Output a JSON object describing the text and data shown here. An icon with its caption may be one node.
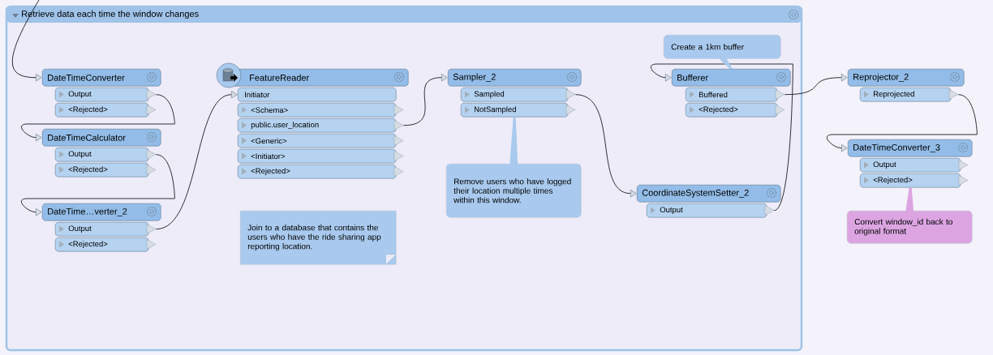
{
  "diagram": {
    "nodes": [
      {
        "text": [
          "Retrieve data each time the window changes"
        ]
      },
      {
        "text": [
          "DateTimeConverter"
        ],
        "in": 0
      },
      {
        "text": [
          "Output"
        ],
        "in": 0
      },
      {
        "text": [
          "<Rejected>"
        ],
        "in": 0
      },
      {
        "text": [
          "DateTimeCalculator"
        ],
        "in": 0
      },
      {
        "text": [
          "Output"
        ],
        "in": 0
      },
      {
        "text": [
          "<Rejected>"
        ],
        "in": 0
      },
      {
        "text": [
          "DateTime…verter_2"
        ],
        "in": 0
      },
      {
        "text": [
          "Output"
        ],
        "in": 0
      },
      {
        "text": [
          "<Rejected>"
        ],
        "in": 0
      },
      {
        "text": [
          "FeatureReader"
        ],
        "in": 0
      },
      {
        "text": [
          "Initiator"
        ],
        "in": 0
      },
      {
        "text": [
          "<Schema>"
        ],
        "in": 0
      },
      {
        "text": [
          "public.user_location"
        ],
        "in": 0
      },
      {
        "text": [
          "<Generic>"
        ],
        "in": 0
      },
      {
        "text": [
          "<Initiator>"
        ],
        "in": 0
      },
      {
        "text": [
          "<Rejected>"
        ],
        "in": 0
      },
      {
        "text": [
          "Join to a database that contains the users who have the ride sharing app reporting location."
        ],
        "in": 0
      },
      {
        "text": [
          "Sampler_2"
        ],
        "in": 0
      },
      {
        "text": [
          "Sampled"
        ],
        "in": 0
      },
      {
        "text": [
          "NotSampled"
        ],
        "in": 0
      },
      {
        "text": [
          "Remove users who have logged their location multiple times within this window."
        ],
        "in": 0
      },
      {
        "text": [
          "Create a 1km buffer"
        ],
        "in": 0
      },
      {
        "text": [
          "Bufferer"
        ],
        "in": 0
      },
      {
        "text": [
          "Buffered"
        ],
        "in": 0
      },
      {
        "text": [
          "<Rejected>"
        ],
        "in": 0
      },
      {
        "text": [
          "CoordinateSystemSetter_2"
        ],
        "in": 0
      },
      {
        "text": [
          "Output"
        ],
        "in": 0
      },
      {
        "text": [
          "Reprojector_2"
        ]
      },
      {
        "text": [
          "Reprojected"
        ]
      },
      {
        "text": [
          "DateTimeConverter_3"
        ]
      },
      {
        "text": [
          "Output"
        ]
      },
      {
        "text": [
          "<Rejected>"
        ]
      },
      {
        "text": [
          "Convert window_id back to original format"
        ]
      }
    ],
    "edges": [
      {
        "from": null,
        "to": 1,
        "arrow": "to"
      },
      {
        "from": 2,
        "to": 4,
        "arrow": "to"
      },
      {
        "from": 5,
        "to": 7,
        "arrow": "to"
      },
      {
        "from": 8,
        "to": 11,
        "arrow": "to"
      },
      {
        "from": 13,
        "to": 18,
        "arrow": "to"
      },
      {
        "from": 19,
        "to": 26,
        "arrow": "to"
      },
      {
        "from": 27,
        "to": 23,
        "arrow": "to"
      },
      {
        "from": 24,
        "to": 28,
        "arrow": "to"
      },
      {
        "from": 29,
        "to": 30,
        "arrow": "to"
      },
      {
        "from": 21,
        "to": 20,
        "arrow": "none",
        "color": "#a9caee"
      },
      {
        "from": 22,
        "to": 23,
        "arrow": "none",
        "color": "#a9caee"
      },
      {
        "from": 33,
        "to": 32,
        "arrow": "none",
        "color": "#dca5e2"
      }
    ]
  }
}
